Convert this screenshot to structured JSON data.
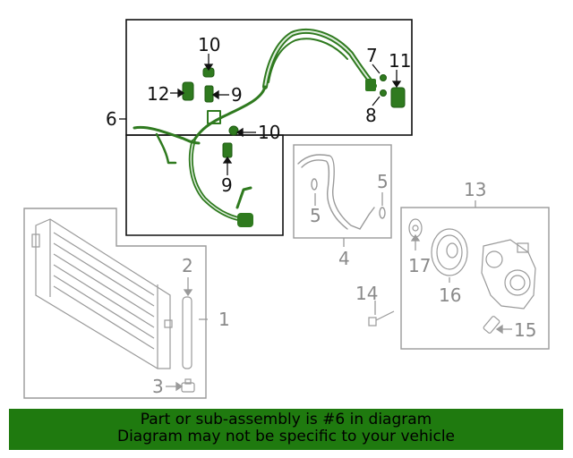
{
  "callouts": {
    "c1": "1",
    "c2": "2",
    "c3": "3",
    "c4": "4",
    "c5a": "5",
    "c5b": "5",
    "c6": "6",
    "c7": "7",
    "c8": "8",
    "c9a": "9",
    "c9b": "9",
    "c10a": "10",
    "c10b": "10",
    "c11": "11",
    "c12": "12",
    "c13": "13",
    "c14": "14",
    "c15": "15",
    "c16": "16",
    "c17": "17"
  },
  "banner": {
    "line1": "Part or sub-assembly is #6 in diagram",
    "line2": "Diagram may not be specific to your vehicle"
  },
  "colors": {
    "highlight": "#1f7a0f",
    "part_green": "#2f7a1f",
    "outline_grey": "#9a9a9a",
    "ink": "#111111"
  },
  "icons": {
    "arrow": "arrow-icon"
  }
}
